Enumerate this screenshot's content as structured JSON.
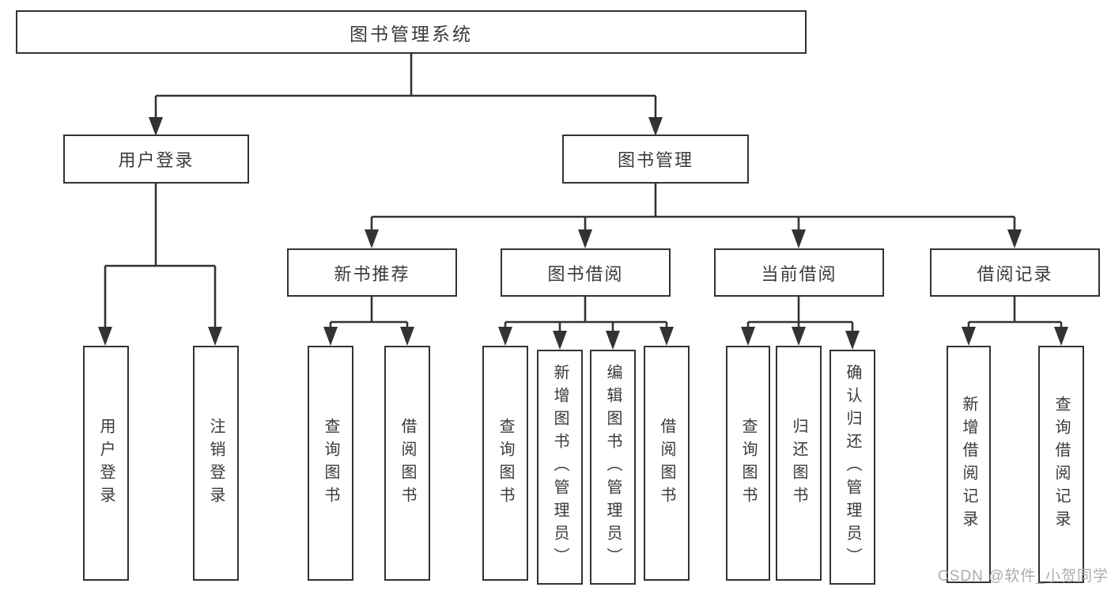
{
  "tree": {
    "root": {
      "label": "图书管理系统",
      "children": [
        {
          "label": "用户登录",
          "children": [
            {
              "label": "用户登录"
            },
            {
              "label": "注销登录"
            }
          ]
        },
        {
          "label": "图书管理",
          "children": [
            {
              "label": "新书推荐",
              "children": [
                {
                  "label": "查询图书"
                },
                {
                  "label": "借阅图书"
                }
              ]
            },
            {
              "label": "图书借阅",
              "children": [
                {
                  "label": "查询图书"
                },
                {
                  "label": "新增图书（管理员）"
                },
                {
                  "label": "编辑图书（管理员）"
                },
                {
                  "label": "借阅图书"
                }
              ]
            },
            {
              "label": "当前借阅",
              "children": [
                {
                  "label": "查询图书"
                },
                {
                  "label": "归还图书"
                },
                {
                  "label": "确认归还（管理员）"
                }
              ]
            },
            {
              "label": "借阅记录",
              "children": [
                {
                  "label": "新增借阅记录"
                },
                {
                  "label": "查询借阅记录"
                }
              ]
            }
          ]
        }
      ]
    }
  },
  "watermark": {
    "text": "CSDN @软件_小贺同学"
  },
  "colors": {
    "line": "#333333",
    "text": "#3a3a3a",
    "box_fill": "#ffffff",
    "background": "#ffffff",
    "watermark": "#aaacb0"
  }
}
